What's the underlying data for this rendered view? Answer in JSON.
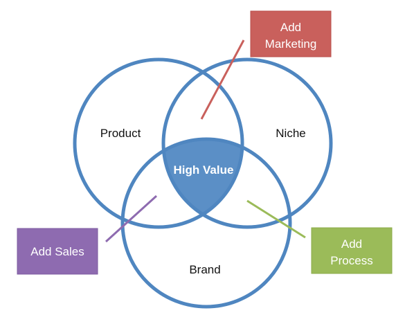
{
  "circles": {
    "product": {
      "label": "Product"
    },
    "niche": {
      "label": "Niche"
    },
    "brand": {
      "label": "Brand"
    }
  },
  "center": {
    "label": "High Value"
  },
  "boxes": {
    "marketing": {
      "line1": "Add",
      "line2": "Marketing",
      "color": "#C9605C"
    },
    "sales": {
      "line1": "Add Sales",
      "color": "#8E6BB0"
    },
    "process": {
      "line1": "Add",
      "line2": "Process",
      "color": "#9BBB59"
    }
  },
  "colors": {
    "circle_stroke": "#4F86C0",
    "center_fill": "#5B8FC6"
  }
}
